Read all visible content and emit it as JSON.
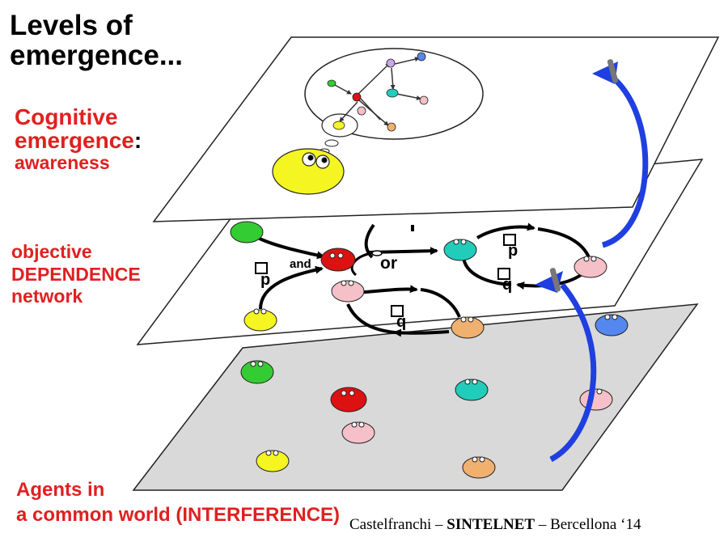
{
  "title": {
    "line1": "Levels of",
    "line2": "emergence..."
  },
  "levels": {
    "cognitive": {
      "line1": "Cognitive",
      "line2": "emergence",
      "colon": ":",
      "line3": "awareness"
    },
    "dependence": {
      "line1": "objective",
      "line2": "DEPENDENCE",
      "line3": "network"
    },
    "agents": {
      "line1": "Agents in",
      "line2": "a common world (INTERFERENCE)"
    }
  },
  "network_labels": {
    "and": "and",
    "or": "or",
    "p1": "p",
    "p2": "p",
    "q1": "q",
    "q2": "q"
  },
  "footer": {
    "author": "Castelfranchi",
    "sep1": " – ",
    "project": "SINTELNET",
    "sep2": " – ",
    "place": "Bercellona ‘14"
  },
  "colors": {
    "label_red": "#e02020",
    "arrow_blue": "#1f3fe0",
    "ground_plane": "#d9d9d9",
    "agent_green": "#33cc33",
    "agent_red": "#dd1111",
    "agent_cyan": "#22ccbb",
    "agent_pink": "#f5c0c8",
    "agent_yellow": "#f5f522",
    "agent_orange": "#f0b070",
    "agent_blue": "#5588ee"
  }
}
